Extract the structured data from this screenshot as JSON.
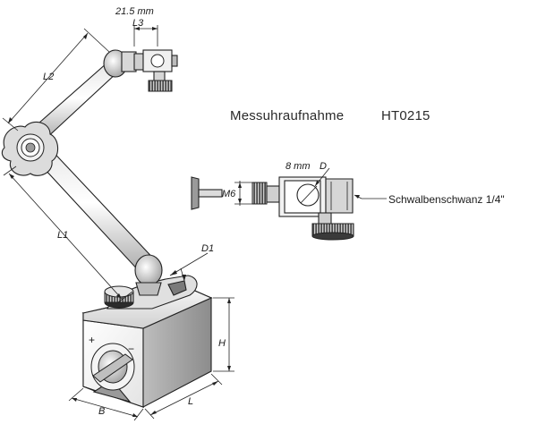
{
  "title": {
    "name": "Messuhraufnahme",
    "code": "HT0215"
  },
  "labels": {
    "l3_value": "21.5 mm",
    "l3": "L3",
    "l2": "L2",
    "l1": "L1",
    "d1": "D1",
    "h": "H",
    "b": "B",
    "l": "L",
    "d_value": "8 mm",
    "d": "D",
    "m6": "M6",
    "dovetail": "Schwalbenschwanz 1/4\""
  },
  "switch_marks": {
    "plus": "+",
    "minus": "−"
  },
  "colors": {
    "line": "#222222",
    "metal_light": "#f2f2f2",
    "metal_mid": "#cfcfcf",
    "metal_dark": "#8a8a8a",
    "knurl": "#3a3a3a"
  }
}
